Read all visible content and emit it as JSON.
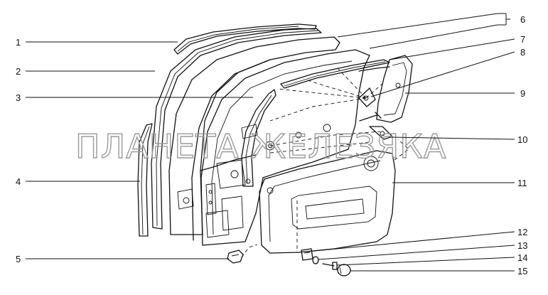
{
  "callouts": {
    "c1": "1",
    "c2": "2",
    "c3": "3",
    "c4": "4",
    "c5": "5",
    "c6": "6",
    "c7": "7",
    "c8": "8",
    "c9": "9",
    "c10": "10",
    "c11": "11",
    "c12": "12",
    "c13": "13",
    "c14": "14",
    "c15": "15"
  },
  "watermark": "ПЛАНЕТА ЖЕЛЕЗЯКА",
  "colors": {
    "line": "#111111",
    "watermark": "#9a9a9a",
    "background": "#ffffff"
  }
}
